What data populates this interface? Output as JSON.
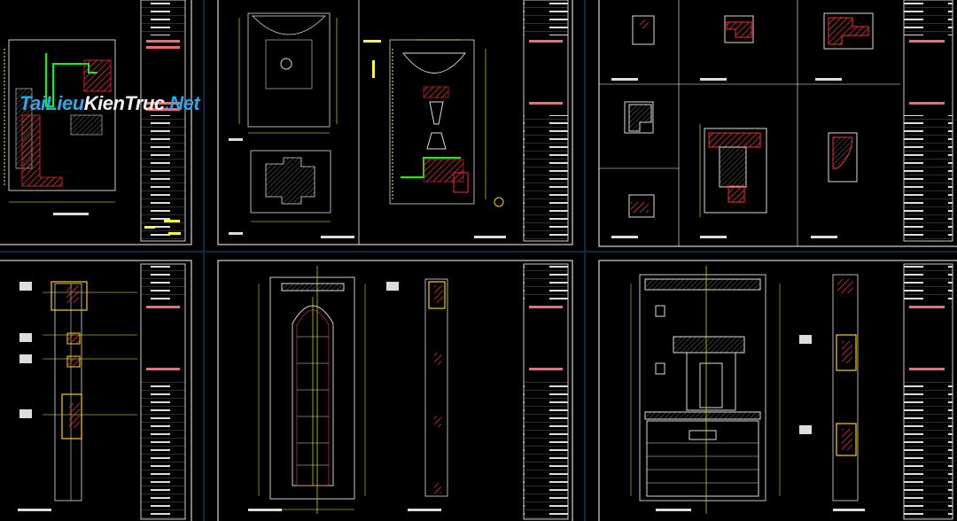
{
  "watermark": {
    "part1": "TaiLieu",
    "part2": "KienTruc",
    "part3": ".Net"
  },
  "colors": {
    "frame": "#ffffff",
    "dim": "#ffff33",
    "hatch": "#ff2a2a",
    "outline": "#00ff00",
    "axis": "#cfcf00",
    "callout": "#ffd000",
    "text_small": "#dddddd"
  }
}
